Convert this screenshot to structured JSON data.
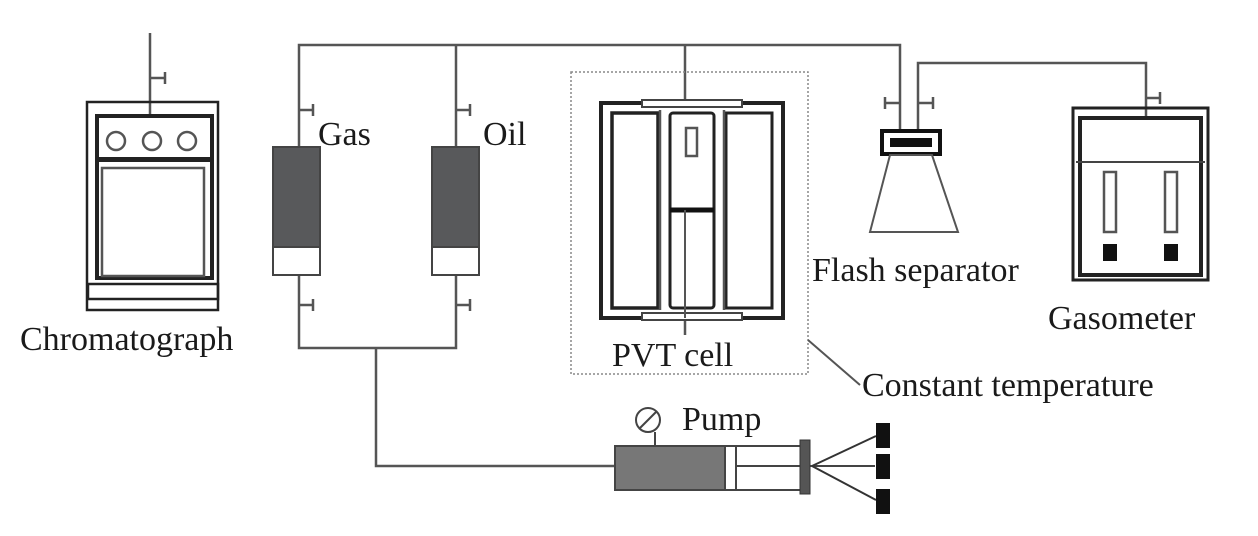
{
  "labels": {
    "chromatograph": "Chromatograph",
    "gas": "Gas",
    "oil": "Oil",
    "pvt_cell": "PVT cell",
    "flash_separator": "Flash separator",
    "gasometer": "Gasometer",
    "constant_temperature": "Constant temperature",
    "pump": "Pump"
  },
  "colors": {
    "line": "#555555",
    "dark_fill": "#58595b",
    "black": "#111111"
  }
}
